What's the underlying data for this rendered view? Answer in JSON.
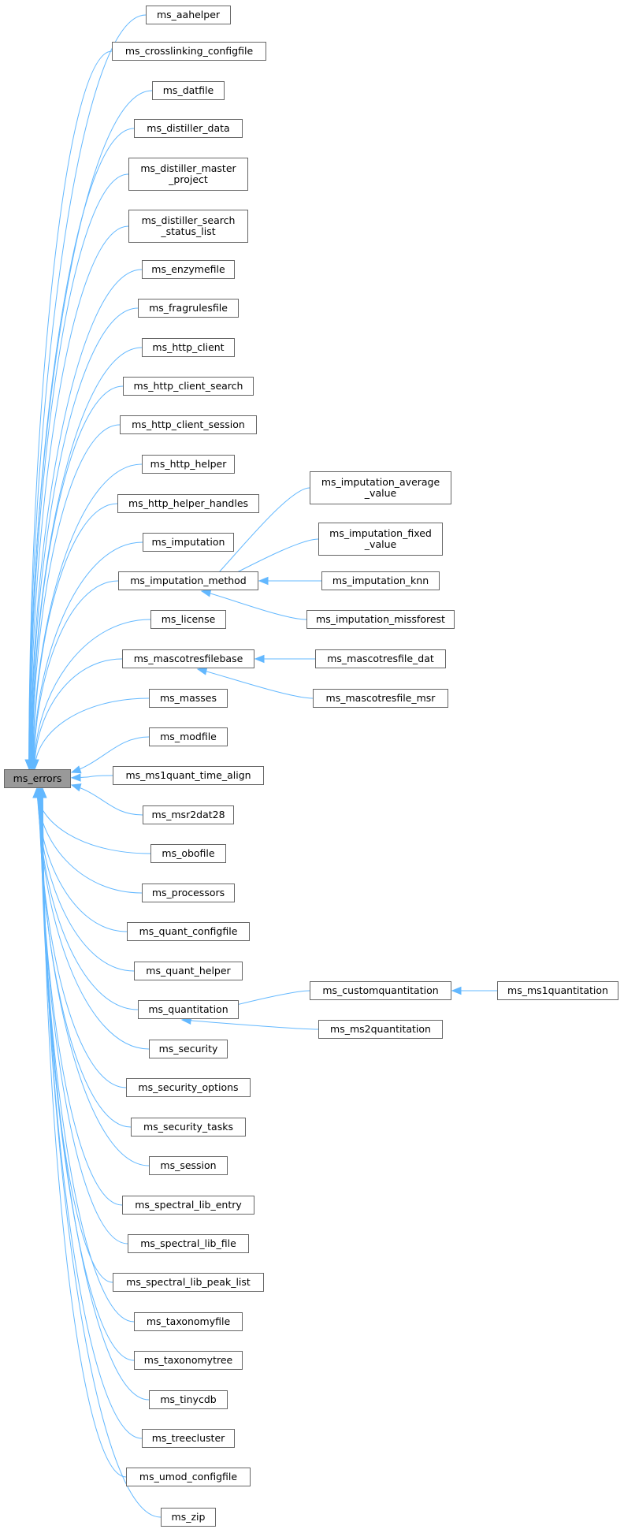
{
  "diagram": {
    "root": {
      "id": "ms_errors",
      "label": "ms_errors"
    },
    "nodes": [
      {
        "id": "ms_aahelper",
        "lines": [
          "ms_aahelper"
        ]
      },
      {
        "id": "ms_crosslinking_configfile",
        "lines": [
          "ms_crosslinking_configfile"
        ]
      },
      {
        "id": "ms_datfile",
        "lines": [
          "ms_datfile"
        ]
      },
      {
        "id": "ms_distiller_data",
        "lines": [
          "ms_distiller_data"
        ]
      },
      {
        "id": "ms_distiller_master_project",
        "lines": [
          "ms_distiller_master",
          "_project"
        ]
      },
      {
        "id": "ms_distiller_search_status_list",
        "lines": [
          "ms_distiller_search",
          "_status_list"
        ]
      },
      {
        "id": "ms_enzymefile",
        "lines": [
          "ms_enzymefile"
        ]
      },
      {
        "id": "ms_fragrulesfile",
        "lines": [
          "ms_fragrulesfile"
        ]
      },
      {
        "id": "ms_http_client",
        "lines": [
          "ms_http_client"
        ]
      },
      {
        "id": "ms_http_client_search",
        "lines": [
          "ms_http_client_search"
        ]
      },
      {
        "id": "ms_http_client_session",
        "lines": [
          "ms_http_client_session"
        ]
      },
      {
        "id": "ms_http_helper",
        "lines": [
          "ms_http_helper"
        ]
      },
      {
        "id": "ms_http_helper_handles",
        "lines": [
          "ms_http_helper_handles"
        ]
      },
      {
        "id": "ms_imputation",
        "lines": [
          "ms_imputation"
        ]
      },
      {
        "id": "ms_imputation_method",
        "lines": [
          "ms_imputation_method"
        ]
      },
      {
        "id": "ms_imputation_average_value",
        "lines": [
          "ms_imputation_average",
          "_value"
        ]
      },
      {
        "id": "ms_imputation_fixed_value",
        "lines": [
          "ms_imputation_fixed",
          "_value"
        ]
      },
      {
        "id": "ms_imputation_knn",
        "lines": [
          "ms_imputation_knn"
        ]
      },
      {
        "id": "ms_imputation_missforest",
        "lines": [
          "ms_imputation_missforest"
        ]
      },
      {
        "id": "ms_license",
        "lines": [
          "ms_license"
        ]
      },
      {
        "id": "ms_mascotresfilebase",
        "lines": [
          "ms_mascotresfilebase"
        ]
      },
      {
        "id": "ms_mascotresfile_dat",
        "lines": [
          "ms_mascotresfile_dat"
        ]
      },
      {
        "id": "ms_mascotresfile_msr",
        "lines": [
          "ms_mascotresfile_msr"
        ]
      },
      {
        "id": "ms_masses",
        "lines": [
          "ms_masses"
        ]
      },
      {
        "id": "ms_modfile",
        "lines": [
          "ms_modfile"
        ]
      },
      {
        "id": "ms_ms1quant_time_align",
        "lines": [
          "ms_ms1quant_time_align"
        ]
      },
      {
        "id": "ms_msr2dat28",
        "lines": [
          "ms_msr2dat28"
        ]
      },
      {
        "id": "ms_obofile",
        "lines": [
          "ms_obofile"
        ]
      },
      {
        "id": "ms_processors",
        "lines": [
          "ms_processors"
        ]
      },
      {
        "id": "ms_quant_configfile",
        "lines": [
          "ms_quant_configfile"
        ]
      },
      {
        "id": "ms_quant_helper",
        "lines": [
          "ms_quant_helper"
        ]
      },
      {
        "id": "ms_quantitation",
        "lines": [
          "ms_quantitation"
        ]
      },
      {
        "id": "ms_customquantitation",
        "lines": [
          "ms_customquantitation"
        ]
      },
      {
        "id": "ms_ms1quantitation",
        "lines": [
          "ms_ms1quantitation"
        ]
      },
      {
        "id": "ms_ms2quantitation",
        "lines": [
          "ms_ms2quantitation"
        ]
      },
      {
        "id": "ms_security",
        "lines": [
          "ms_security"
        ]
      },
      {
        "id": "ms_security_options",
        "lines": [
          "ms_security_options"
        ]
      },
      {
        "id": "ms_security_tasks",
        "lines": [
          "ms_security_tasks"
        ]
      },
      {
        "id": "ms_session",
        "lines": [
          "ms_session"
        ]
      },
      {
        "id": "ms_spectral_lib_entry",
        "lines": [
          "ms_spectral_lib_entry"
        ]
      },
      {
        "id": "ms_spectral_lib_file",
        "lines": [
          "ms_spectral_lib_file"
        ]
      },
      {
        "id": "ms_spectral_lib_peak_list",
        "lines": [
          "ms_spectral_lib_peak_list"
        ]
      },
      {
        "id": "ms_taxonomyfile",
        "lines": [
          "ms_taxonomyfile"
        ]
      },
      {
        "id": "ms_taxonomytree",
        "lines": [
          "ms_taxonomytree"
        ]
      },
      {
        "id": "ms_tinycdb",
        "lines": [
          "ms_tinycdb"
        ]
      },
      {
        "id": "ms_treecluster",
        "lines": [
          "ms_treecluster"
        ]
      },
      {
        "id": "ms_umod_configfile",
        "lines": [
          "ms_umod_configfile"
        ]
      },
      {
        "id": "ms_zip",
        "lines": [
          "ms_zip"
        ]
      }
    ],
    "edges": [
      {
        "from": "ms_imputation_average_value",
        "to": "ms_imputation_method"
      },
      {
        "from": "ms_imputation_fixed_value",
        "to": "ms_imputation_method"
      },
      {
        "from": "ms_imputation_knn",
        "to": "ms_imputation_method"
      },
      {
        "from": "ms_imputation_missforest",
        "to": "ms_imputation_method"
      },
      {
        "from": "ms_mascotresfile_dat",
        "to": "ms_mascotresfilebase"
      },
      {
        "from": "ms_mascotresfile_msr",
        "to": "ms_mascotresfilebase"
      },
      {
        "from": "ms_customquantitation",
        "to": "ms_quantitation"
      },
      {
        "from": "ms_ms2quantitation",
        "to": "ms_quantitation"
      },
      {
        "from": "ms_ms1quantitation",
        "to": "ms_customquantitation"
      }
    ],
    "colors": {
      "edge": "#63b8ff",
      "node_border": "#666666",
      "node_fill": "#ffffff",
      "root_fill": "#999999",
      "text": "#000000"
    }
  }
}
